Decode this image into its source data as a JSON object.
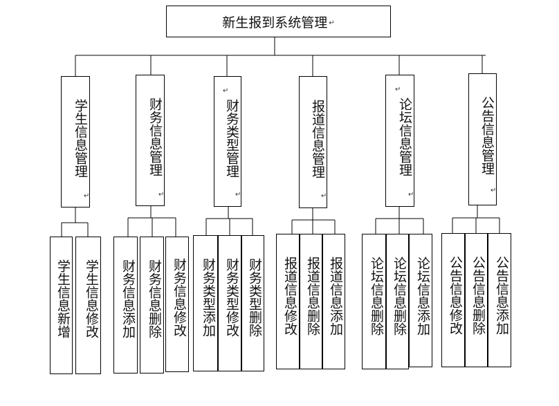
{
  "root": {
    "label": "新生报到系统管理"
  },
  "modules": [
    {
      "label": "学生信息管理",
      "children": [
        "学生信息新增",
        "学生信息修改"
      ]
    },
    {
      "label": "财务信息管理",
      "children": [
        "财务信息添加",
        "财务信息删除",
        "财务信息修改"
      ]
    },
    {
      "label": "财务类型管理",
      "children": [
        "财务类型添加",
        "财务类型修改",
        "财务类型删除"
      ]
    },
    {
      "label": "报道信息管理",
      "children": [
        "报道信息修改",
        "报道信息删除",
        "报道信息添加"
      ]
    },
    {
      "label": "论坛信息管理",
      "children": [
        "论坛信息删除",
        "论坛信息删除",
        "论坛信息添加"
      ]
    },
    {
      "label": "公告信息管理",
      "children": [
        "公告信息修改",
        "公告信息删除",
        "公告信息添加"
      ]
    }
  ],
  "return_mark": "↵"
}
